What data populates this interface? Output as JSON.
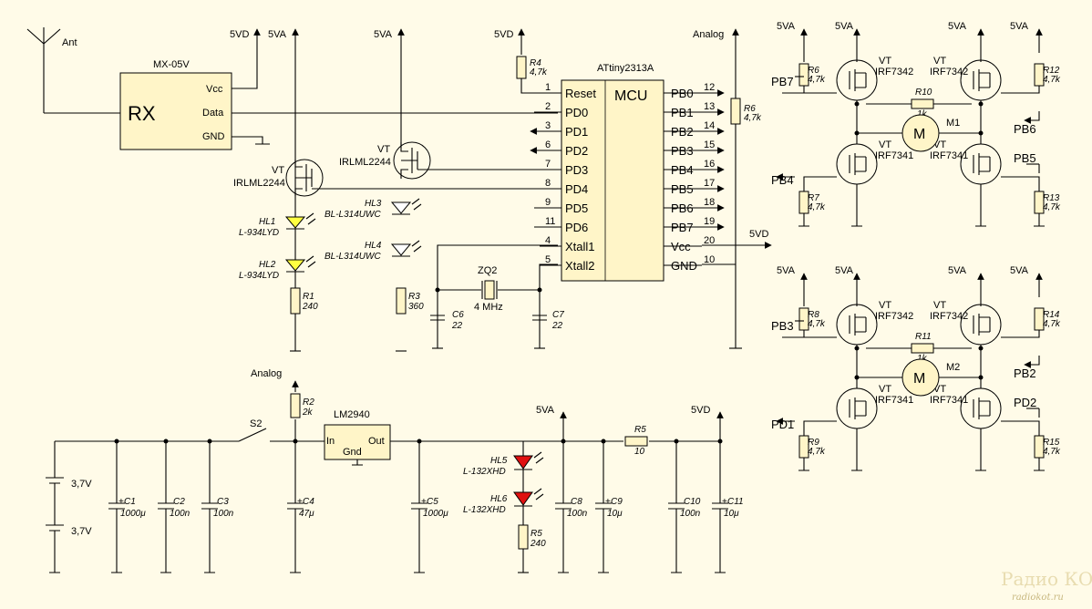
{
  "rails": {
    "v5d": "5VD",
    "v5a": "5VA",
    "analog": "Analog"
  },
  "antenna": "Ant",
  "rx": {
    "part": "MX-05V",
    "label": "RX",
    "pins": [
      "Vcc",
      "Data",
      "GND"
    ]
  },
  "mcu": {
    "part": "ATtiny2313A",
    "label": "MCU",
    "left": [
      {
        "n": "1",
        "p": "Reset"
      },
      {
        "n": "2",
        "p": "PD0"
      },
      {
        "n": "3",
        "p": "PD1"
      },
      {
        "n": "6",
        "p": "PD2"
      },
      {
        "n": "7",
        "p": "PD3"
      },
      {
        "n": "8",
        "p": "PD4"
      },
      {
        "n": "9",
        "p": "PD5"
      },
      {
        "n": "11",
        "p": "PD6"
      },
      {
        "n": "4",
        "p": "Xtall1"
      },
      {
        "n": "5",
        "p": "Xtall2"
      }
    ],
    "right": [
      {
        "n": "12",
        "p": "PB0"
      },
      {
        "n": "13",
        "p": "PB1"
      },
      {
        "n": "14",
        "p": "PB2"
      },
      {
        "n": "15",
        "p": "PB3"
      },
      {
        "n": "16",
        "p": "PB4"
      },
      {
        "n": "17",
        "p": "PB5"
      },
      {
        "n": "18",
        "p": "PB6"
      },
      {
        "n": "19",
        "p": "PB7"
      },
      {
        "n": "20",
        "p": "Vcc"
      },
      {
        "n": "10",
        "p": "GND"
      }
    ]
  },
  "r4": {
    "ref": "R4",
    "val": "4,7k"
  },
  "r6a": {
    "ref": "R6",
    "val": "4,7k"
  },
  "vt1": {
    "ref": "VT",
    "part": "IRLML2244"
  },
  "vt2": {
    "ref": "VT",
    "part": "IRLML2244"
  },
  "hl1": {
    "ref": "HL1",
    "part": "L-934LYD"
  },
  "hl2": {
    "ref": "HL2",
    "part": "L-934LYD"
  },
  "hl3": {
    "ref": "HL3",
    "part": "BL-L314UWC"
  },
  "hl4": {
    "ref": "HL4",
    "part": "BL-L314UWC"
  },
  "r1": {
    "ref": "R1",
    "val": "240"
  },
  "r3": {
    "ref": "R3",
    "val": "360"
  },
  "zq2": {
    "ref": "ZQ2",
    "val": "4 MHz"
  },
  "c6": {
    "ref": "C6",
    "val": "22"
  },
  "c7": {
    "ref": "C7",
    "val": "22"
  },
  "out5vd": "5VD",
  "hb1": {
    "r6": {
      "ref": "R6",
      "val": "4,7k"
    },
    "r10": {
      "ref": "R10",
      "val": "1k"
    },
    "r12": {
      "ref": "R12",
      "val": "4,7k"
    },
    "r7": {
      "ref": "R7",
      "val": "4,7k"
    },
    "r13": {
      "ref": "R13",
      "val": "4,7k"
    },
    "pb7": "PB7",
    "pb6": "PB6",
    "pb4": "PB4",
    "pb5": "PB5",
    "m": "M",
    "mref": "M1",
    "q": [
      {
        "ref": "VT",
        "part": "IRF7342"
      },
      {
        "ref": "VT",
        "part": "IRF7342"
      },
      {
        "ref": "VT",
        "part": "IRF7341"
      },
      {
        "ref": "VT",
        "part": "IRF7341"
      }
    ]
  },
  "hb2": {
    "r8": {
      "ref": "R8",
      "val": "4,7k"
    },
    "r11": {
      "ref": "R11",
      "val": "1k"
    },
    "r14": {
      "ref": "R14",
      "val": "4,7k"
    },
    "r9": {
      "ref": "R9",
      "val": "4,7k"
    },
    "r15": {
      "ref": "R15",
      "val": "4,7k"
    },
    "pb3": "PB3",
    "pb2": "PB2",
    "pd1": "PD1",
    "pd2": "PD2",
    "m": "M",
    "mref": "M2",
    "q": [
      {
        "ref": "VT",
        "part": "IRF7342"
      },
      {
        "ref": "VT",
        "part": "IRF7342"
      },
      {
        "ref": "VT",
        "part": "IRF7341"
      },
      {
        "ref": "VT",
        "part": "IRF7341"
      }
    ]
  },
  "power": {
    "bat1": "3,7V",
    "bat2": "3,7V",
    "s2": "S2",
    "r2": {
      "ref": "R2",
      "val": "2k"
    },
    "reg": {
      "part": "LM2940",
      "in": "In",
      "gnd": "Gnd",
      "out": "Out"
    },
    "caps": [
      {
        "ref": "C1",
        "val": "1000μ"
      },
      {
        "ref": "C2",
        "val": "100n"
      },
      {
        "ref": "C3",
        "val": "100n"
      },
      {
        "ref": "C4",
        "val": "47μ"
      },
      {
        "ref": "C5",
        "val": "1000μ"
      },
      {
        "ref": "C8",
        "val": "100n"
      },
      {
        "ref": "C9",
        "val": "10μ"
      },
      {
        "ref": "C10",
        "val": "100n"
      },
      {
        "ref": "C11",
        "val": "10μ"
      }
    ],
    "hl5": {
      "ref": "HL5",
      "part": "L-132XHD"
    },
    "hl6": {
      "ref": "HL6",
      "part": "L-132XHD"
    },
    "r5a": {
      "ref": "R5",
      "val": "10"
    },
    "r5b": {
      "ref": "R5",
      "val": "240"
    }
  },
  "watermark": {
    "main": "Радио КОТ",
    "url": "radiokot.ru"
  }
}
